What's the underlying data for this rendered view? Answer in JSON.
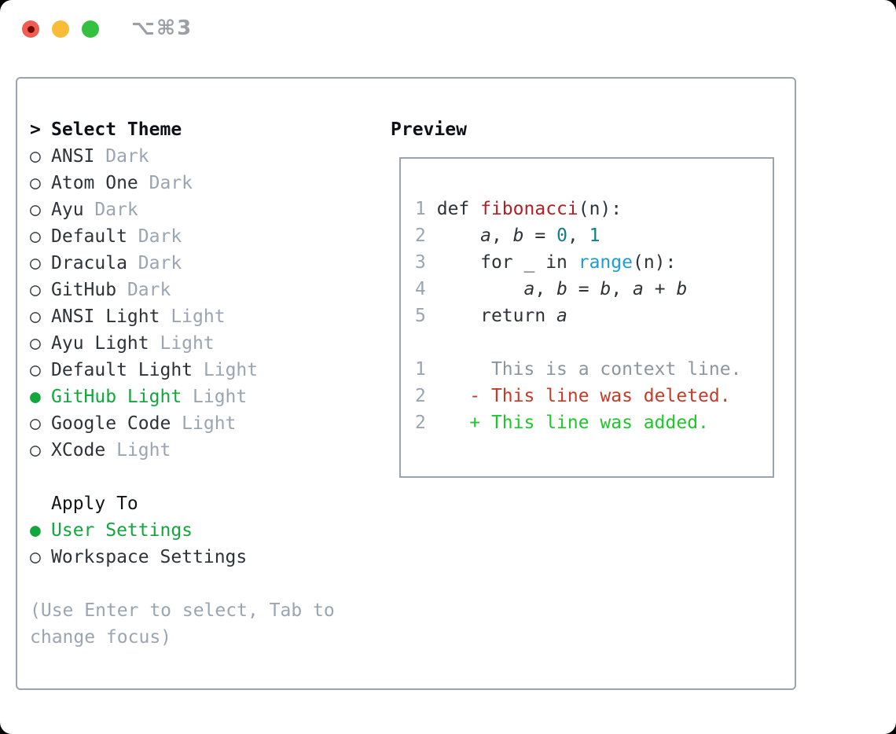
{
  "titlebar": {
    "shortcut": "⌥⌘3",
    "traffic_lights": [
      "close",
      "minimize",
      "zoom"
    ]
  },
  "theme_list": {
    "header_pointer": ">",
    "header_label": "Select Theme",
    "items": [
      {
        "label": "ANSI",
        "tag": "Dark",
        "selected": false
      },
      {
        "label": "Atom One",
        "tag": "Dark",
        "selected": false
      },
      {
        "label": "Ayu",
        "tag": "Dark",
        "selected": false
      },
      {
        "label": "Default",
        "tag": "Dark",
        "selected": false
      },
      {
        "label": "Dracula",
        "tag": "Dark",
        "selected": false
      },
      {
        "label": "GitHub",
        "tag": "Dark",
        "selected": false
      },
      {
        "label": "ANSI Light",
        "tag": "Light",
        "selected": false
      },
      {
        "label": "Ayu Light",
        "tag": "Light",
        "selected": false
      },
      {
        "label": "Default Light",
        "tag": "Light",
        "selected": false
      },
      {
        "label": "GitHub Light",
        "tag": "Light",
        "selected": true
      },
      {
        "label": "Google Code",
        "tag": "Light",
        "selected": false
      },
      {
        "label": "XCode",
        "tag": "Light",
        "selected": false
      }
    ]
  },
  "apply_to": {
    "header": "Apply To",
    "options": [
      {
        "label": "User Settings",
        "selected": true
      },
      {
        "label": "Workspace Settings",
        "selected": false
      }
    ]
  },
  "help_text": "(Use Enter to select, Tab to change focus)",
  "preview": {
    "header": "Preview",
    "code_lines": [
      {
        "num": "1",
        "tokens": [
          {
            "text": "def ",
            "style": "code"
          },
          {
            "text": "fibonacci",
            "style": "function"
          },
          {
            "text": "(n):",
            "style": "code"
          }
        ]
      },
      {
        "num": "2",
        "tokens": [
          {
            "text": "    ",
            "style": "code"
          },
          {
            "text": "a",
            "style": "variable"
          },
          {
            "text": ", ",
            "style": "code"
          },
          {
            "text": "b",
            "style": "variable"
          },
          {
            "text": " = ",
            "style": "code"
          },
          {
            "text": "0",
            "style": "number"
          },
          {
            "text": ", ",
            "style": "code"
          },
          {
            "text": "1",
            "style": "number"
          }
        ]
      },
      {
        "num": "3",
        "tokens": [
          {
            "text": "    for _ in ",
            "style": "code"
          },
          {
            "text": "range",
            "style": "builtin"
          },
          {
            "text": "(n):",
            "style": "code"
          }
        ]
      },
      {
        "num": "4",
        "tokens": [
          {
            "text": "        ",
            "style": "code"
          },
          {
            "text": "a",
            "style": "variable"
          },
          {
            "text": ", ",
            "style": "code"
          },
          {
            "text": "b",
            "style": "variable"
          },
          {
            "text": " = ",
            "style": "code"
          },
          {
            "text": "b",
            "style": "variable"
          },
          {
            "text": ", ",
            "style": "code"
          },
          {
            "text": "a",
            "style": "variable"
          },
          {
            "text": " + ",
            "style": "code"
          },
          {
            "text": "b",
            "style": "variable"
          }
        ]
      },
      {
        "num": "5",
        "tokens": [
          {
            "text": "    return ",
            "style": "code"
          },
          {
            "text": "a",
            "style": "variable"
          }
        ]
      }
    ],
    "diff_lines": [
      {
        "num": "1",
        "sign": "",
        "text": "This is a context line.",
        "kind": "context"
      },
      {
        "num": "2",
        "sign": "-",
        "text": "This line was deleted.",
        "kind": "deleted"
      },
      {
        "num": "2",
        "sign": "+",
        "text": "This line was added.",
        "kind": "added"
      }
    ]
  },
  "colors": {
    "heading": "#0d1117",
    "text": "#2d3339",
    "muted": "#9aa5b1",
    "border": "#9aa3ae",
    "selected_green": "#12a63d",
    "added_green": "#1ec72c",
    "deleted_red": "#c63a28",
    "function_red": "#b02127",
    "number_teal": "#0f7f85",
    "builtin_blue": "#1d9cd7",
    "context_gray": "#8d969e",
    "traffic_red": "#f25d53",
    "traffic_yellow": "#f8bc38",
    "traffic_green": "#35c13f"
  }
}
